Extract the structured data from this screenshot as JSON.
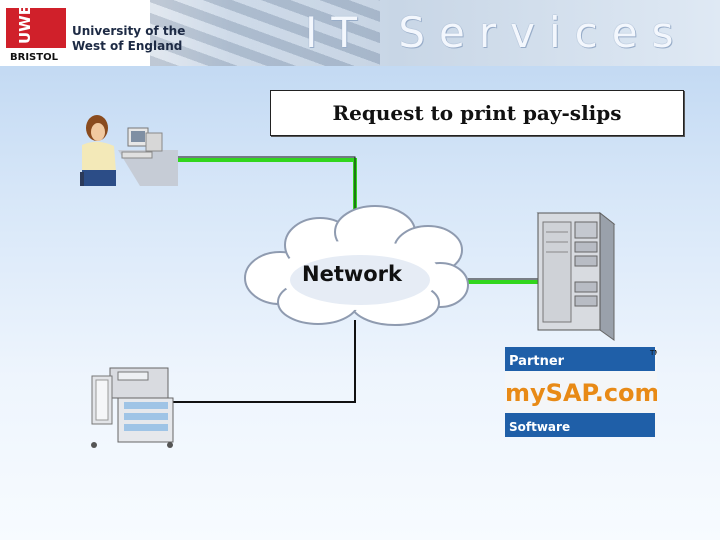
{
  "header": {
    "logo_text": "UWE",
    "logo_city": "BRISTOL",
    "university_line1": "University of the",
    "university_line2": "West of England",
    "title": "IT Services"
  },
  "request_label": "Request to print pay-slips",
  "network_label": "Network",
  "sap_logo": {
    "top": "Partner",
    "middle": "mySAP.com",
    "bottom": "Software",
    "tm": "TM"
  },
  "colors": {
    "link_green": "#31d61e",
    "link_black": "#111111",
    "sap_blue": "#1f66b3",
    "sap_orange": "#e88a16"
  }
}
